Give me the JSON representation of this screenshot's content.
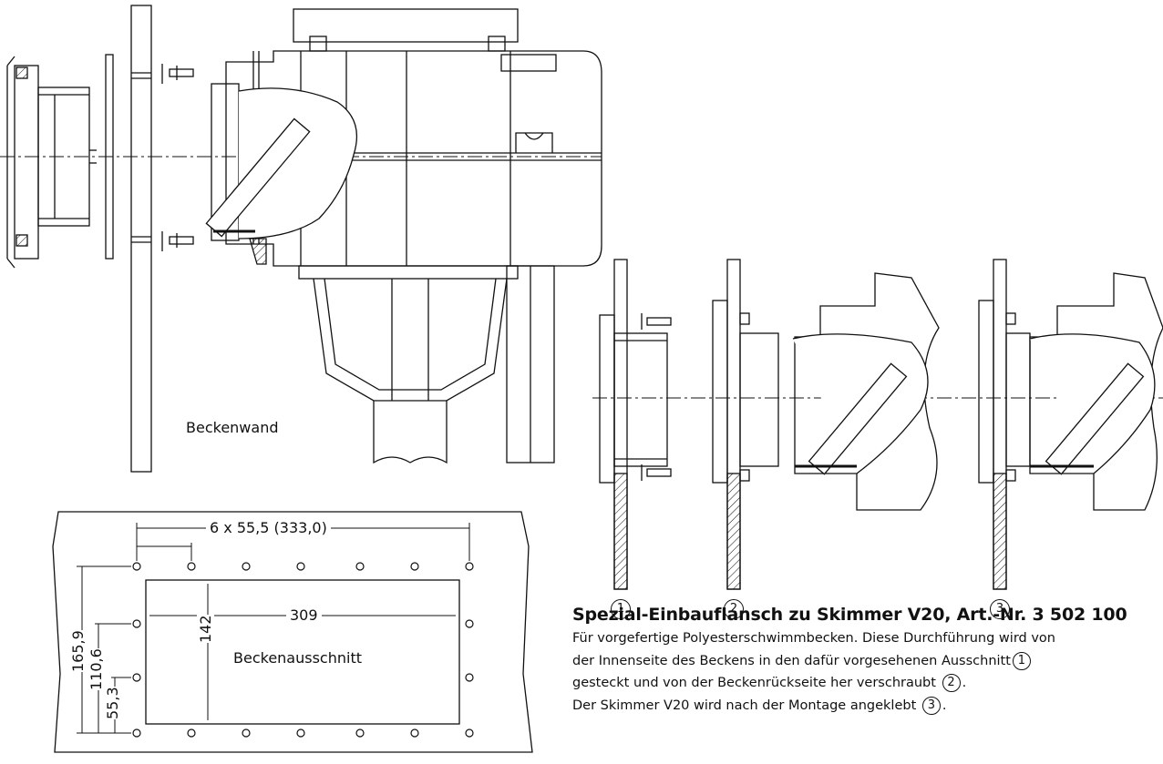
{
  "labels": {
    "wall": "Beckenwand",
    "cutout": "Beckenausschnitt"
  },
  "dimensions": {
    "top_span": "6 x 55,5 (333,0)",
    "inner_width": "309",
    "inner_height": "142",
    "height_total": "165,9",
    "height_mid": "110,6",
    "height_low": "55,3"
  },
  "steps": [
    "1",
    "2",
    "3"
  ],
  "text": {
    "title": "Spezial-Einbauflansch zu Skimmer V20,  Art.-Nr. 3 502 100",
    "line1": "Für vorgefertige Polyesterschwimmbecken. Diese Durchführung wird von",
    "line2": "der Innenseite des Beckens in den dafür vorgesehenen Ausschnitt",
    "line3": "gesteckt und von der Beckenrückseite her verschraubt ",
    "line4": "Der Skimmer V20 wird nach der Montage angeklebt "
  }
}
